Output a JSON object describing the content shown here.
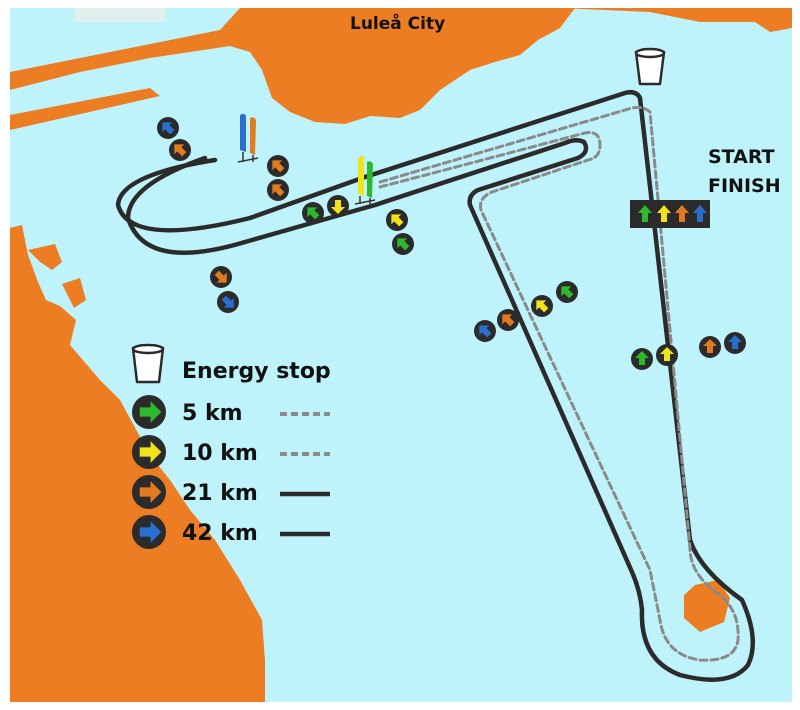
{
  "map": {
    "city_label": "Luleå City",
    "start_label": "START",
    "finish_label": "FINISH"
  },
  "legend": {
    "energy_stop": "Energy stop",
    "items": [
      {
        "label": "5 km",
        "color": "#2eb82e",
        "line": "dashed"
      },
      {
        "label": "10 km",
        "color": "#f0e21b",
        "line": "dashed"
      },
      {
        "label": "21 km",
        "color": "#e07b1f",
        "line": "solid"
      },
      {
        "label": "42 km",
        "color": "#2a6fd0",
        "line": "solid"
      }
    ]
  },
  "colors": {
    "water": "#bff3fb",
    "land": "#ed7d22",
    "route": "#2b2b2b",
    "short_route": "#8a8a8a"
  }
}
